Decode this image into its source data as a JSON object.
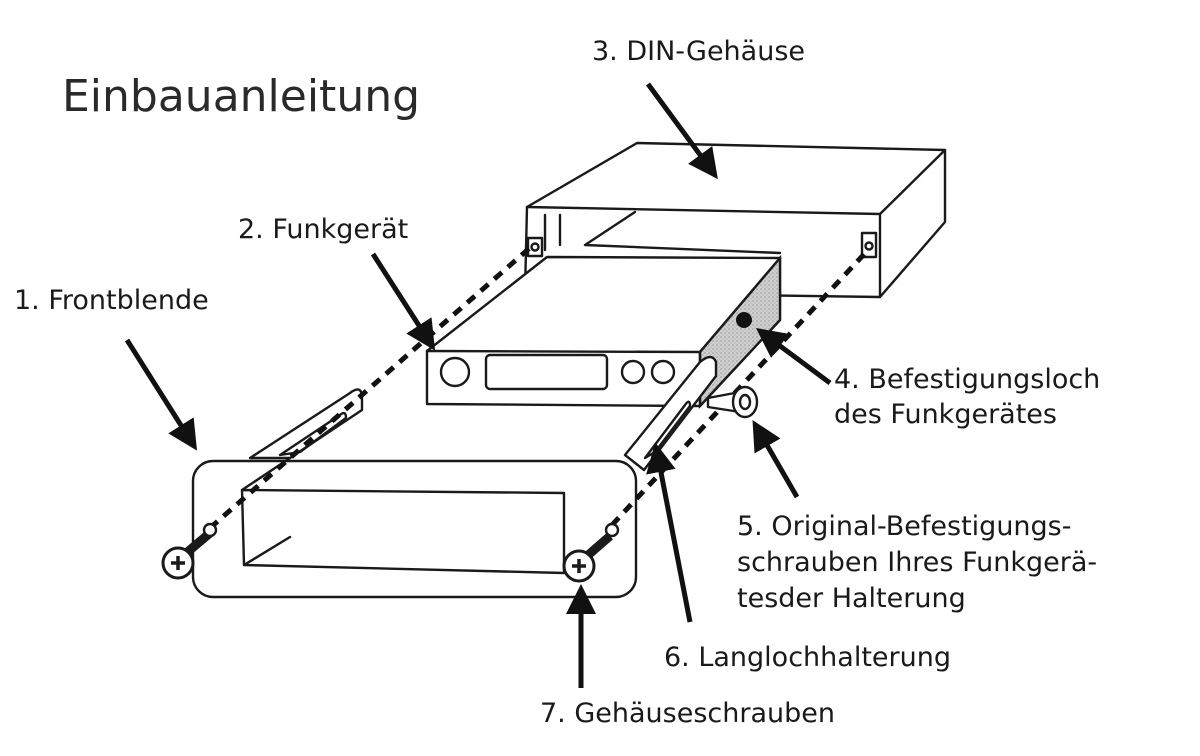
{
  "title": "Einbauanleitung",
  "labels": {
    "l1": "1. Frontblende",
    "l2": "2. Funkgerät",
    "l3": "3. DIN-Gehäuse",
    "l4a": "4. Befestigungsloch",
    "l4b": "des Funkgerätes",
    "l5a": "5. Original-Befestigungs-",
    "l5b": "schrauben Ihres Funkgerä-",
    "l5c": "tesder Halterung",
    "l6": "6. Langlochhalterung",
    "l7": "7. Gehäuseschrauben"
  }
}
